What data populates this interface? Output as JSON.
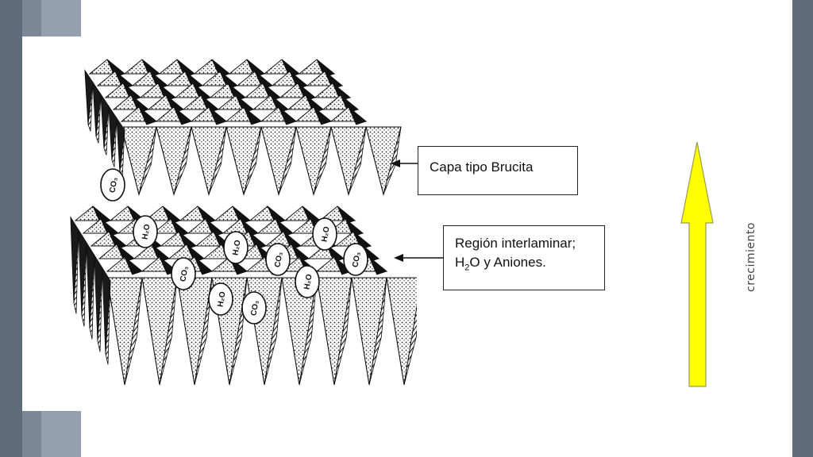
{
  "diagram": {
    "brucite_label": "Capa tipo Brucita",
    "interlayer_line1": "Región interlaminar;",
    "interlayer_h": "H",
    "interlayer_sub": "2",
    "interlayer_rest": "O y Aniones.",
    "growth_label": "crecimiento",
    "molecules": {
      "water": "H₂O",
      "carbonate": "CO₃"
    }
  },
  "colors": {
    "growth_arrow": "#ffff00",
    "slide_bar_dark": "#5d6b7b",
    "slide_bar_light": "#93a0ad"
  }
}
